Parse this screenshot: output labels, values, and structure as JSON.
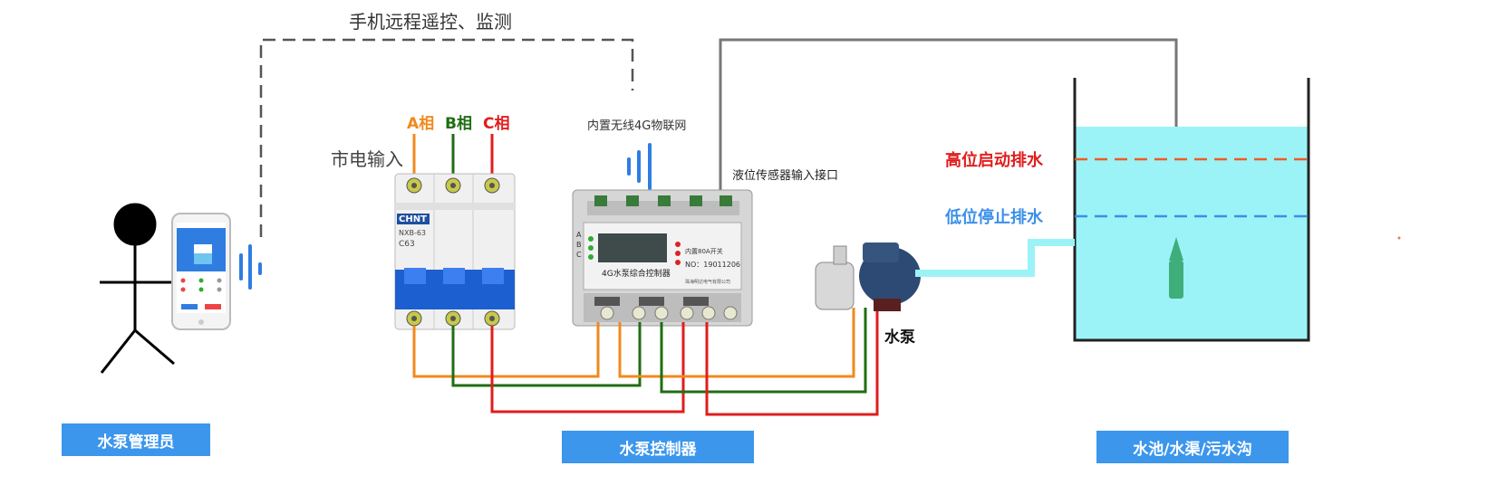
{
  "labels": {
    "remote_control": "手机远程遥控、监测",
    "phase_a": "A相",
    "phase_b": "B相",
    "phase_c": "C相",
    "mains_input": "市电输入",
    "builtin_4g": "内置无线4G物联网",
    "sensor_port": "液位传感器输入接口",
    "pump": "水泵",
    "high_level": "高位启动排水",
    "low_level": "低位停止排水"
  },
  "badges": {
    "admin": "水泵管理员",
    "controller": "水泵控制器",
    "pool": "水池/水渠/污水沟"
  },
  "breaker": {
    "brand": "CHNT",
    "model": "NXB-63",
    "rating": "C63"
  },
  "controller_device": {
    "name": "4G水泵综合控制器",
    "builtin": "内置80A开关",
    "serial": "NO：19011206",
    "phase_a": "A",
    "phase_b": "B",
    "phase_c": "C",
    "maker": "珠海明达电气有限公司"
  },
  "colors": {
    "phase_a": "#f08a1c",
    "phase_b": "#1f6e12",
    "phase_c": "#e01d1d",
    "badge": "#3b96ec",
    "water": "#9cf3f7",
    "high_line": "#f05a28",
    "low_line": "#3a8fe8"
  }
}
